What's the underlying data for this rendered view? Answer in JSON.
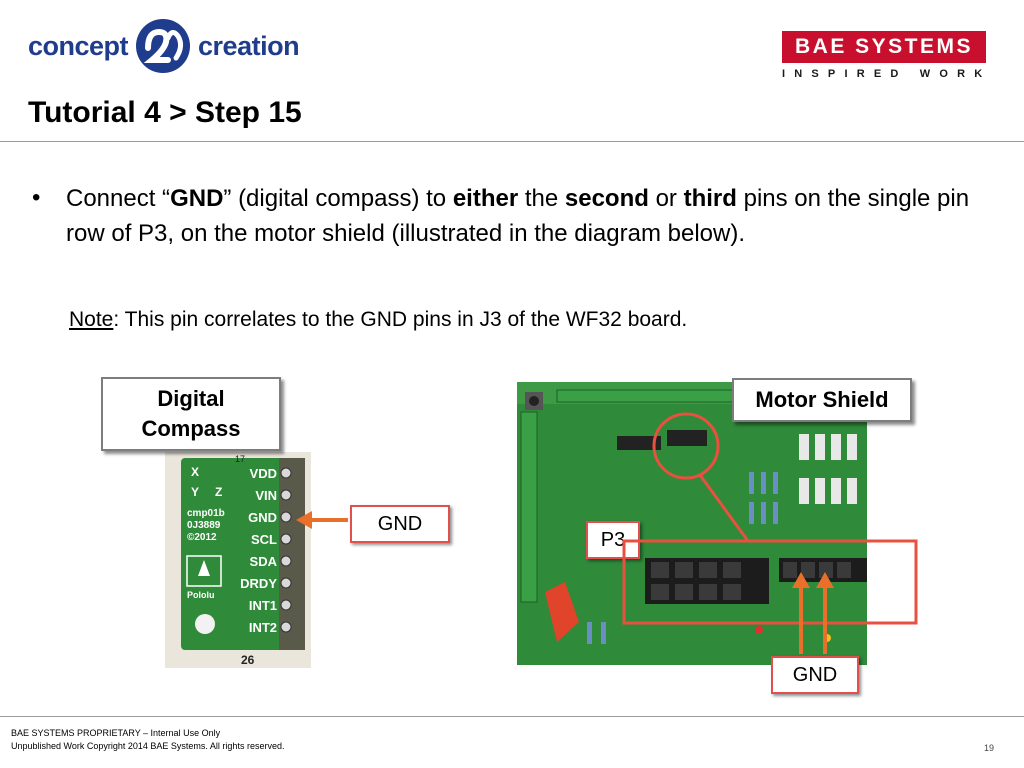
{
  "header": {
    "logo_left_word": "concept",
    "logo_right_word": "creation",
    "brand_name": "BAE SYSTEMS",
    "brand_tagline": "INSPIRED WORK",
    "title": "Tutorial 4 > Step 15"
  },
  "content": {
    "bullet_symbol": "•",
    "bullet_parts": {
      "p1": "Connect “",
      "gnd": "GND",
      "p2": "” (digital compass) to ",
      "either": "either",
      "p3": " the ",
      "second": "second",
      "p4": " or ",
      "third": "third",
      "p5": " pins on the single pin row of P3, on the motor shield (illustrated in the diagram below)."
    },
    "note_label": "Note",
    "note_text": ": This pin correlates to the GND pins in J3 of the WF32 board."
  },
  "figure": {
    "compass_label_line1": "Digital",
    "compass_label_line2": "Compass",
    "shield_label": "Motor Shield",
    "gnd_tag_left": "GND",
    "p3_tag": "P3",
    "gnd_tag_right": "GND",
    "compass_board_text": {
      "pins": [
        "VDD",
        "VIN",
        "GND",
        "SCL",
        "SDA",
        "DRDY",
        "INT1",
        "INT2"
      ],
      "axis_x": "X",
      "axis_z": "Z",
      "axis_y": "Y",
      "part_lines": [
        "cmp01b",
        "0J3889",
        "©2012"
      ],
      "maker": "Pololu",
      "top_num": "17",
      "bottom_num": "26"
    },
    "accent_color": "#e8513f",
    "arrow_color": "#e8702a"
  },
  "footer": {
    "line1": "BAE SYSTEMS PROPRIETARY – Internal Use Only",
    "line2": "Unpublished Work Copyright 2014 BAE Systems. All rights reserved.",
    "page_number": "19"
  },
  "colors": {
    "logo_blue": "#1f3d8c",
    "brand_red": "#c8102e"
  }
}
